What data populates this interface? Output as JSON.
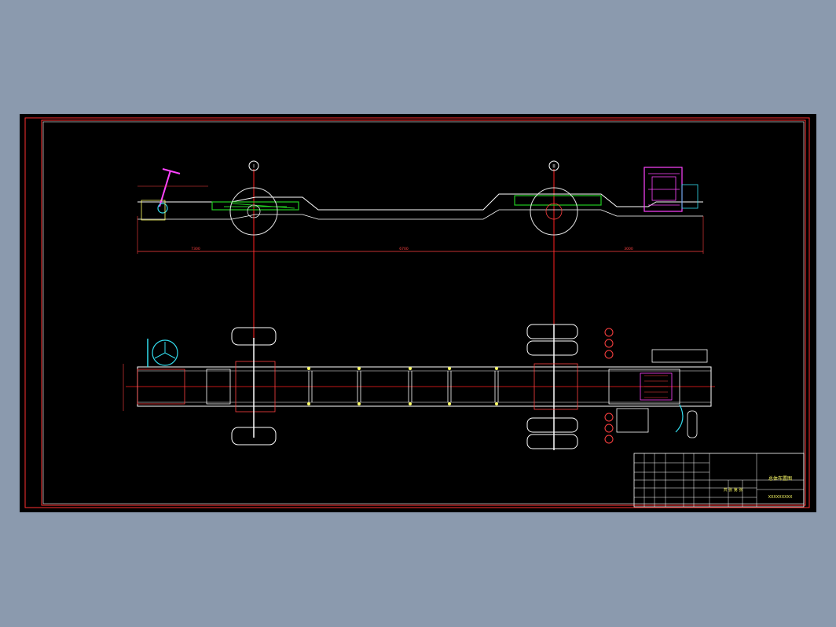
{
  "drawing": {
    "sheet": "chassis-general-arrangement",
    "axle_markers": [
      "I",
      "II"
    ],
    "colors": {
      "background": "#000000",
      "border": "#ff3030",
      "frame": "#ffffff",
      "centerline": "#ff2020",
      "dimension": "#ff4040",
      "wheel": "#e6e6e6",
      "green": "#22cc22",
      "magenta": "#ff44ff",
      "cyan": "#33ddee",
      "yellow": "#ffff66"
    }
  },
  "title_block": {
    "title": "总体布置图",
    "code": "XXXXXXXXX",
    "sheet_note": "共 张 第 张"
  },
  "dimensions": {
    "side_view": [
      "7300",
      "6700",
      "3000"
    ]
  }
}
